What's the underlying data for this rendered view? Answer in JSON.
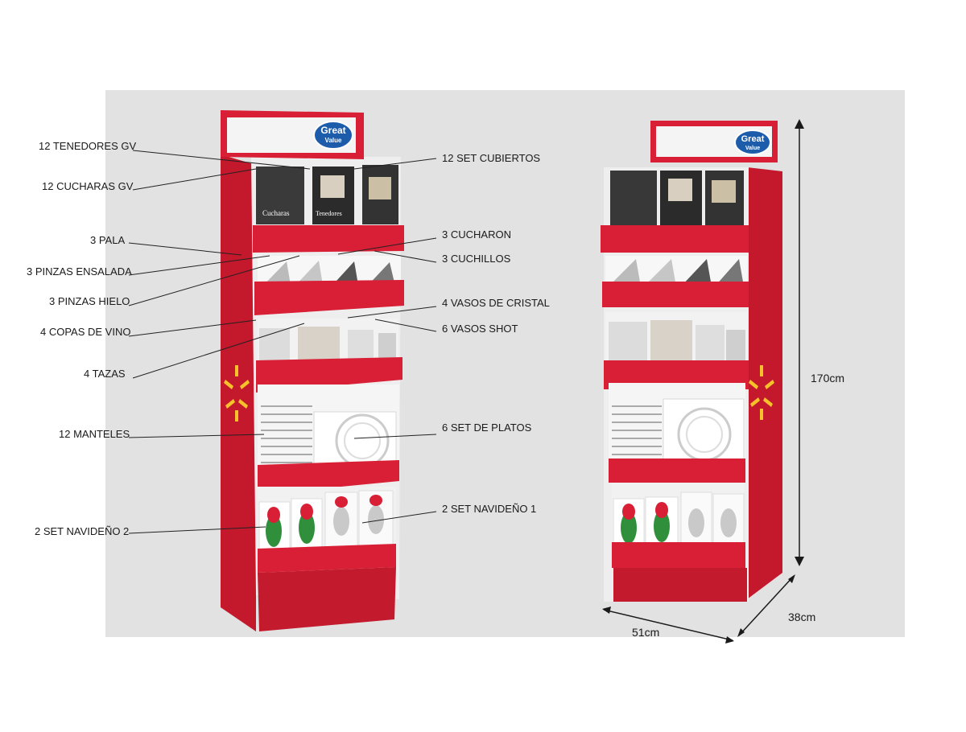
{
  "brand": {
    "logo_line1": "Great",
    "logo_line2": "Value",
    "red": "#d81f35",
    "red_dark": "#b3152a",
    "blue": "#1d5cab"
  },
  "labels_left": [
    "12 TENEDORES GV",
    "12 CUCHARAS GV",
    "3 PALA",
    "3 PINZAS ENSALADA",
    "3 PINZAS HIELO",
    "4 COPAS DE VINO",
    "4 TAZAS",
    "12 MANTELES",
    "2 SET NAVIDEÑO  2"
  ],
  "labels_right": [
    "12 SET CUBIERTOS",
    "3 CUCHARON",
    "3 CUCHILLOS",
    "4 VASOS DE CRISTAL",
    "6 VASOS SHOT",
    "6 SET DE PLATOS",
    "2 SET NAVIDEÑO 1"
  ],
  "package_text": {
    "cucharas": "Cucharas",
    "tenedores": "Tenedores"
  },
  "dimensions": {
    "height": "170cm",
    "width": "51cm",
    "depth": "38cm"
  }
}
